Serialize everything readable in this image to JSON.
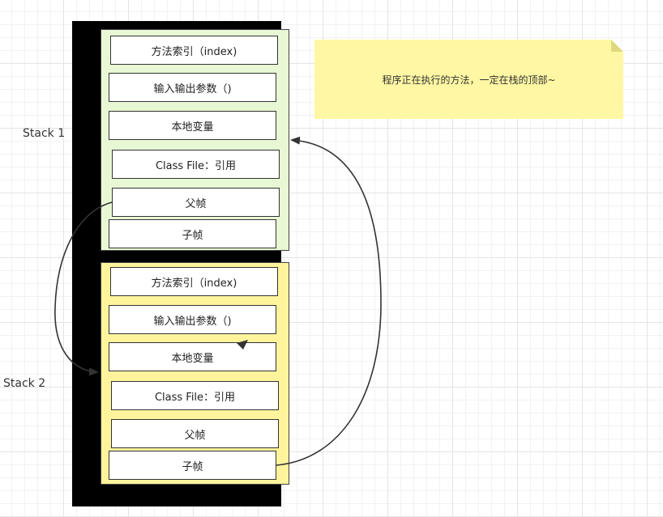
{
  "note": {
    "text": "程序正在执行的方法，一定在栈的顶部~"
  },
  "stack1": {
    "label": "Stack 1",
    "cells": [
      "方法索引（index)",
      "输入输出参数（)",
      "本地变量",
      "Class File：引用",
      "父帧",
      "子帧"
    ]
  },
  "stack2": {
    "label": "Stack 2",
    "cells": [
      "方法索引（index)",
      "输入输出参数（)",
      "本地变量",
      "Class File：引用",
      "父帧",
      "子帧"
    ]
  },
  "colors": {
    "stack1_fill": "#e8f8d4",
    "stack2_fill": "#fff49c",
    "note_fill": "#fff7a3",
    "bar": "#000000"
  }
}
